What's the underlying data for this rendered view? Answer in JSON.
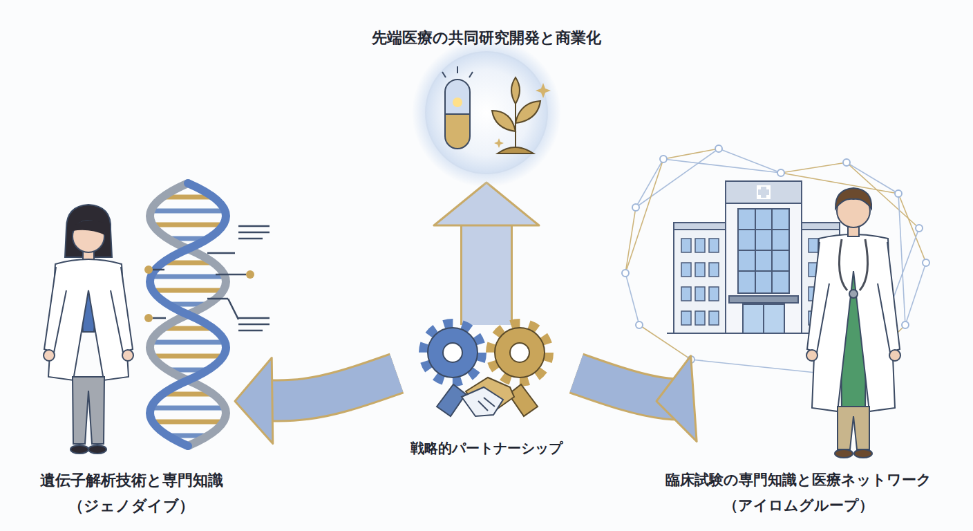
{
  "diagram": {
    "nodes": [
      {
        "text": [
          "先端医療の共同研究開発と商業化"
        ]
      },
      {
        "text": [
          "遺伝子解析技術と専門知識 （ジェノダイブ）"
        ]
      },
      {
        "text": [
          "戦略的パートナーシップ"
        ]
      },
      {
        "text": [
          "臨床試験の専門知識と医療ネットワーク （アイロムグループ）"
        ]
      }
    ],
    "edges": [
      {
        "from": 2,
        "to": 0,
        "arrow": "to"
      },
      {
        "from": 2,
        "to": 1,
        "arrow": "to"
      },
      {
        "from": 2,
        "to": 3,
        "arrow": "to"
      }
    ]
  }
}
